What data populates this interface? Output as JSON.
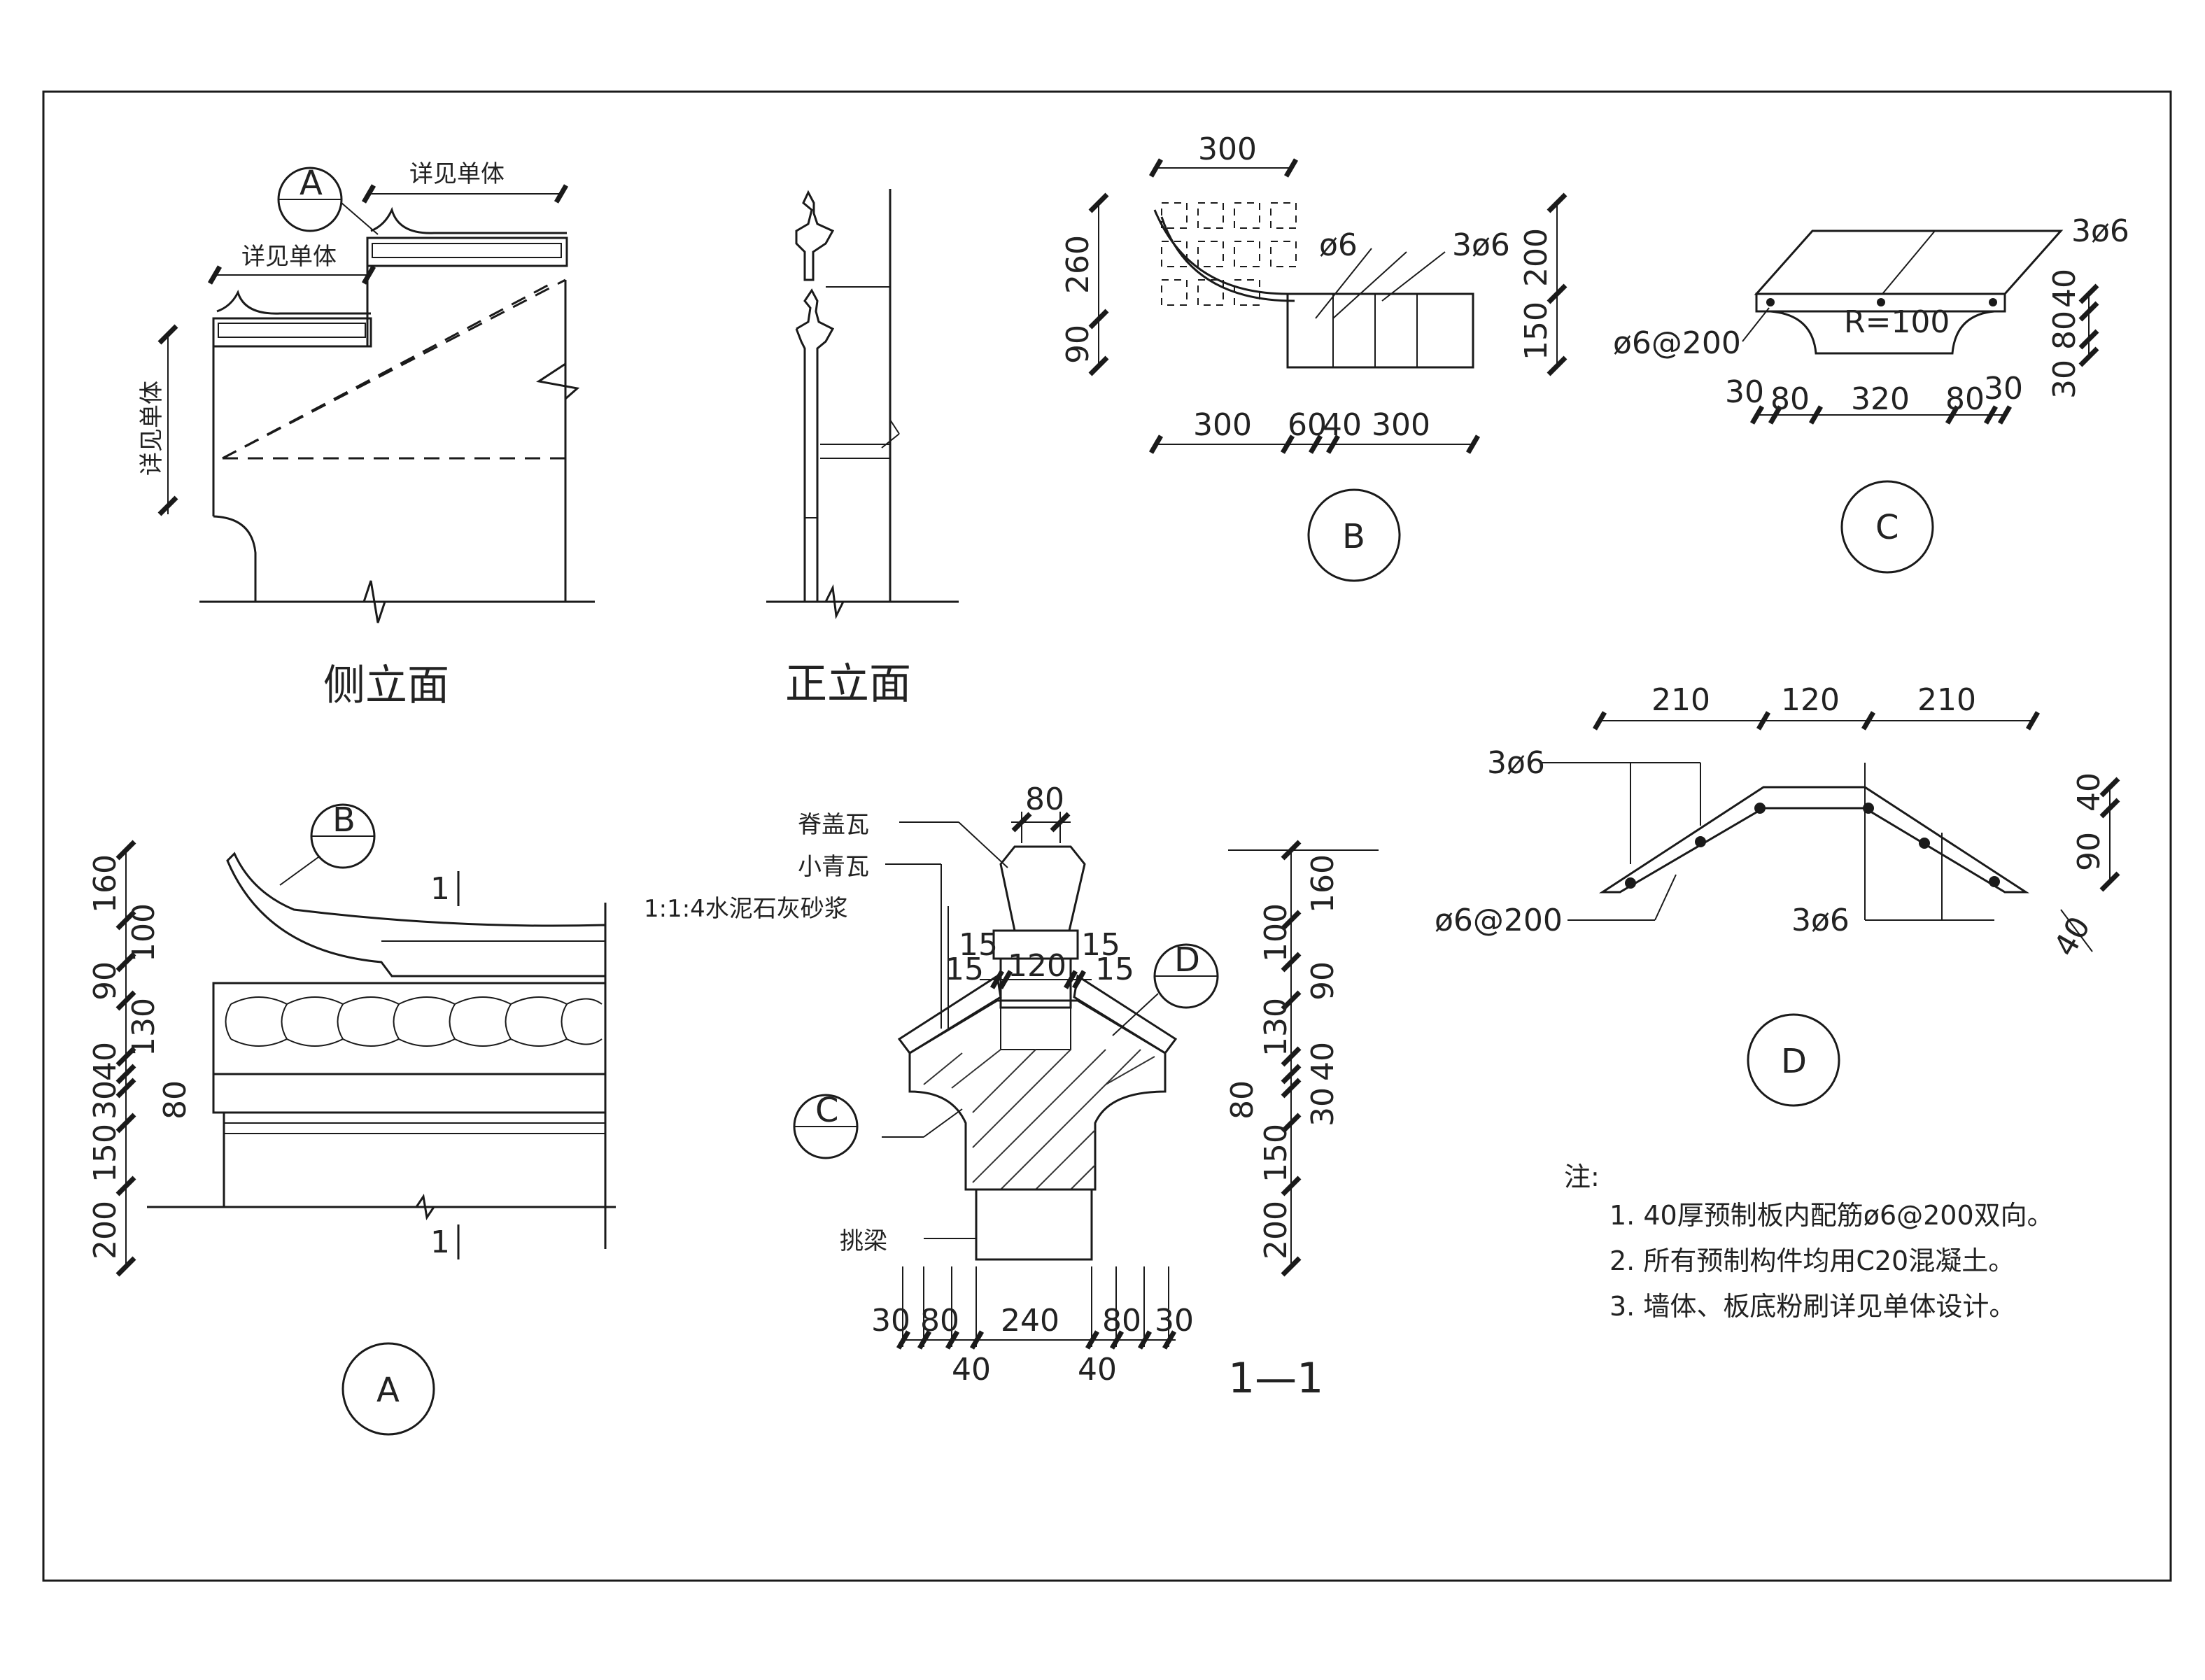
{
  "details": {
    "side_label_top": "详见单体",
    "side_label_mid": "详见单体",
    "side_label_left": "详见单体",
    "side_elevation_title": "侧立面",
    "front_elevation_title": "正立面",
    "section_title": "1—1",
    "bubble_A": "A",
    "bubble_B": "B",
    "bubble_C": "C",
    "bubble_D": "D",
    "cut_mark": "1"
  },
  "detail_B": {
    "top": "300",
    "left_1": "260",
    "left_2": "90",
    "right_1": "200",
    "right_2": "150",
    "bottom": [
      "300",
      "60",
      "40",
      "300"
    ],
    "rebar_1": "ø6",
    "rebar_2": "3ø6"
  },
  "detail_C": {
    "rebar_top": "3ø6",
    "rebar_left": "ø6@200",
    "radius": "R=100",
    "right": [
      "40",
      "80",
      "30"
    ],
    "bottom": [
      "30",
      "80",
      "320",
      "80",
      "30"
    ]
  },
  "detail_D": {
    "top": [
      "210",
      "120",
      "210"
    ],
    "rebar_tl": "3ø6",
    "rebar_bl": "ø6@200",
    "rebar_br": "3ø6",
    "right": [
      "40",
      "90",
      "40"
    ]
  },
  "detail_A": {
    "left": [
      "160",
      "100",
      "90",
      "130",
      "40",
      "30",
      "80",
      "150",
      "200"
    ]
  },
  "section_1_1": {
    "callout_1": "脊盖瓦",
    "callout_2": "小青瓦",
    "callout_3": "1:1:4水泥石灰砂浆",
    "callout_4": "挑梁",
    "top": "80",
    "inner": [
      "15",
      "15",
      "120",
      "15",
      "15"
    ],
    "right": [
      "160",
      "100",
      "90",
      "130",
      "40",
      "30",
      "80",
      "150",
      "200"
    ],
    "bottom": [
      "30",
      "80",
      "240",
      "80",
      "30"
    ],
    "bottom_2": [
      "40",
      "40"
    ]
  },
  "notes": {
    "heading": "注:",
    "items": [
      "1.  40厚预制板内配筋ø6@200双向。",
      "2.  所有预制构件均用C20混凝土。",
      "3.  墙体、板底粉刷详见单体设计。"
    ]
  }
}
